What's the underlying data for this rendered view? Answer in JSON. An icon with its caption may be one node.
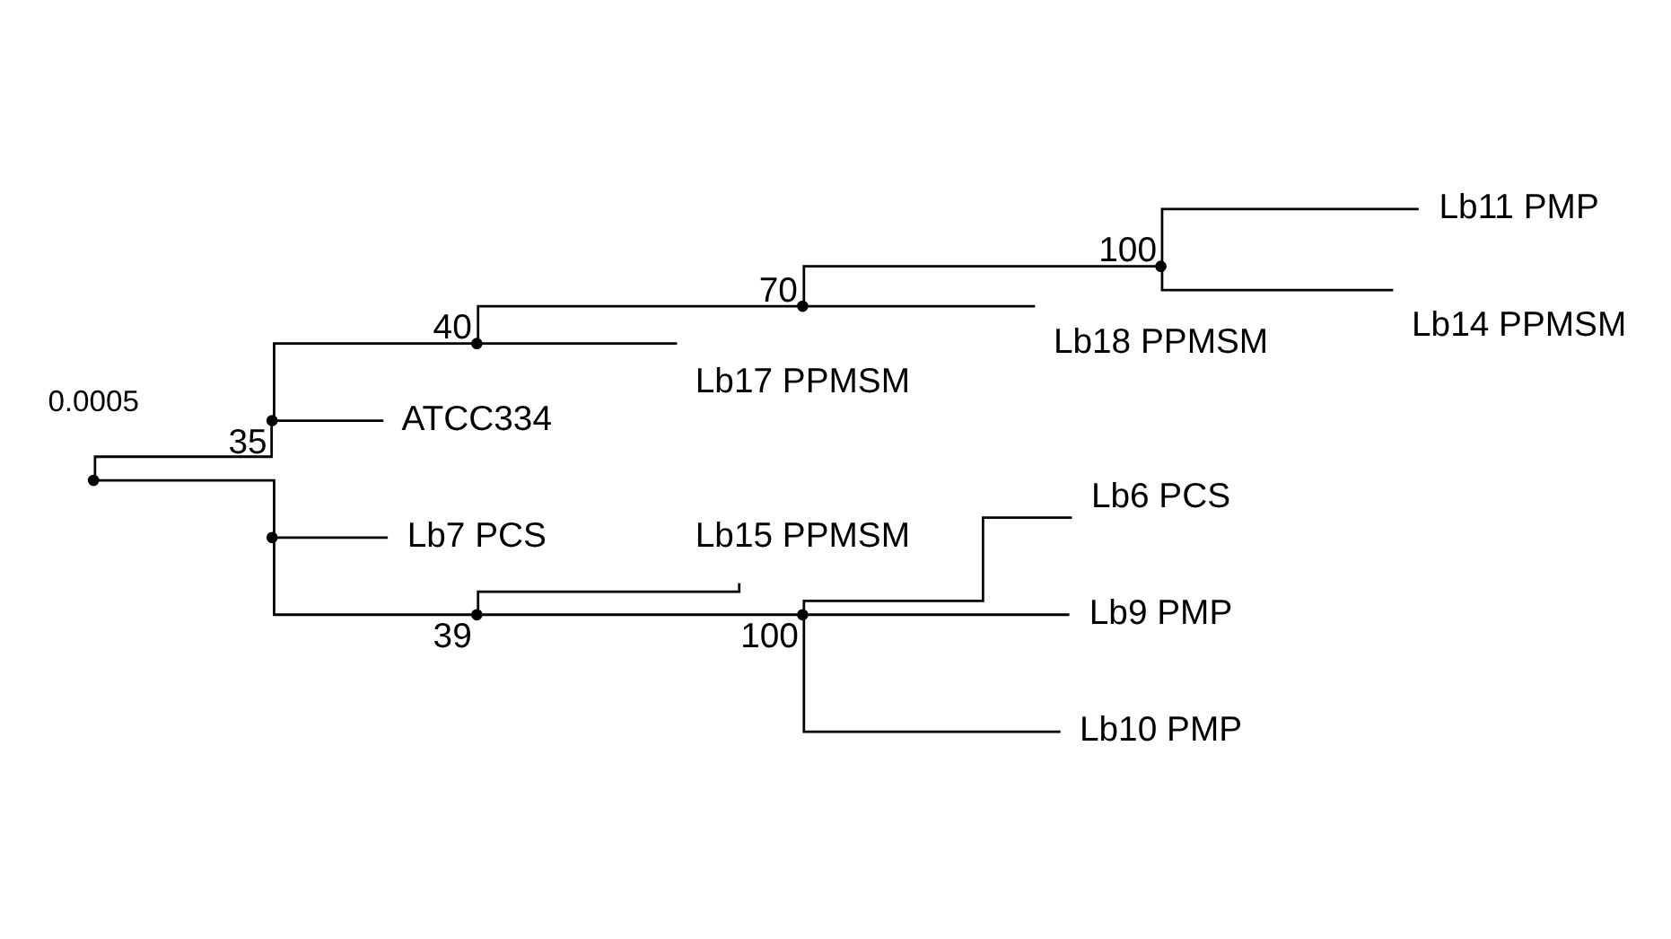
{
  "diagram": {
    "nodes": [
      {
        "text": [],
        "shape": "point"
      },
      {
        "text": [],
        "shape": "point",
        "beside": [
          "35"
        ]
      },
      {
        "text": [],
        "shape": "point",
        "beside": [
          "40"
        ]
      },
      {
        "text": [],
        "shape": "point",
        "beside": [
          "70"
        ]
      },
      {
        "text": [],
        "shape": "point",
        "beside": [
          "100"
        ]
      },
      {
        "text": [
          "Lb11 PMP"
        ]
      },
      {
        "text": [
          "Lb14 PPMSM"
        ]
      },
      {
        "text": [
          "Lb18 PPMSM"
        ]
      },
      {
        "text": [
          "Lb17 PPMSM"
        ]
      },
      {
        "text": [
          "ATCC334"
        ]
      },
      {
        "text": [],
        "shape": "point"
      },
      {
        "text": [
          "Lb7 PCS"
        ]
      },
      {
        "text": [],
        "shape": "point",
        "beside": [
          "39"
        ]
      },
      {
        "text": [
          "Lb15 PPMSM"
        ]
      },
      {
        "text": [],
        "shape": "point",
        "beside": [
          "100"
        ]
      },
      {
        "text": [
          "Lb6 PCS"
        ]
      },
      {
        "text": [
          "Lb9 PMP"
        ]
      },
      {
        "text": [
          "Lb10 PMP"
        ]
      }
    ],
    "edges": [
      {
        "from": 0,
        "to": 1,
        "arrow": "none"
      },
      {
        "from": 1,
        "to": 2,
        "arrow": "none"
      },
      {
        "from": 2,
        "to": 3,
        "arrow": "none"
      },
      {
        "from": 3,
        "to": 4,
        "arrow": "none"
      },
      {
        "from": 4,
        "to": 5,
        "arrow": "none"
      },
      {
        "from": 4,
        "to": 6,
        "arrow": "none"
      },
      {
        "from": 3,
        "to": 7,
        "arrow": "none"
      },
      {
        "from": 2,
        "to": 8,
        "arrow": "none"
      },
      {
        "from": 1,
        "to": 9,
        "arrow": "none"
      },
      {
        "from": 0,
        "to": 10,
        "arrow": "none"
      },
      {
        "from": 10,
        "to": 11,
        "arrow": "none"
      },
      {
        "from": 10,
        "to": 12,
        "arrow": "none"
      },
      {
        "from": 12,
        "to": 13,
        "arrow": "none"
      },
      {
        "from": 12,
        "to": 14,
        "arrow": "none"
      },
      {
        "from": 14,
        "to": 15,
        "arrow": "none"
      },
      {
        "from": 14,
        "to": 16,
        "arrow": "none"
      },
      {
        "from": 14,
        "to": 17,
        "arrow": "none"
      }
    ],
    "labels": [
      "0.0005"
    ]
  }
}
